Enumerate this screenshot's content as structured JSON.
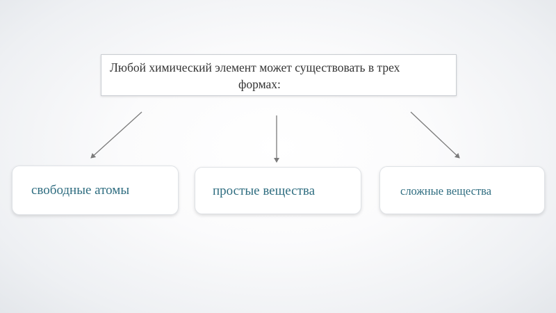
{
  "title": {
    "line1": "Любой химический элемент может существовать в  трех",
    "line2": "формах:"
  },
  "forms": [
    {
      "label": "свободные атомы"
    },
    {
      "label": "простые вещества"
    },
    {
      "label": "сложные вещества"
    }
  ],
  "colors": {
    "text": "#333333",
    "label": "#2f6d80",
    "arrow": "#7b7b7b",
    "border": "#c9cdd2"
  }
}
